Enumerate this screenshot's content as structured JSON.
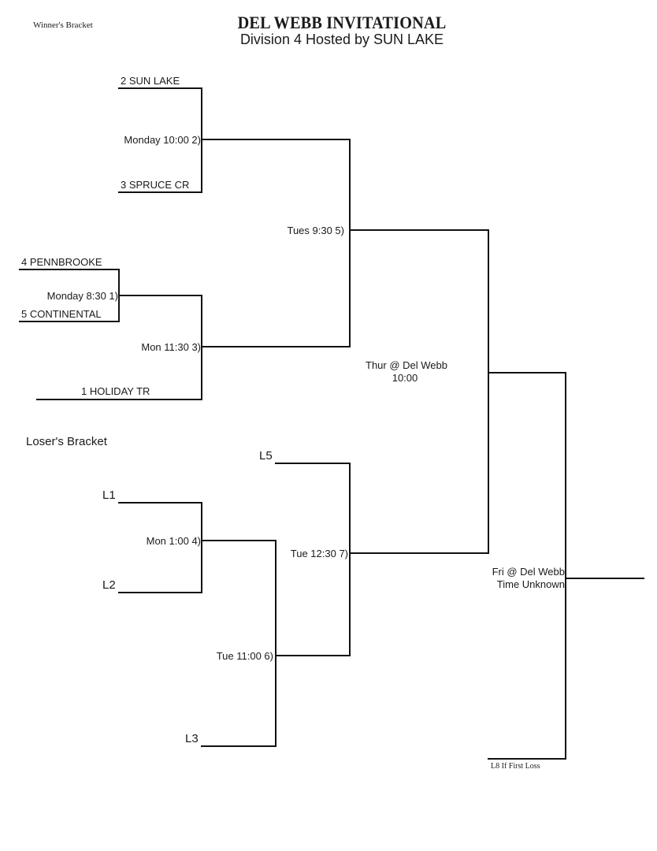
{
  "header": {
    "title": "DEL WEBB INVITATIONAL",
    "subtitle": "Division 4  Hosted by SUN LAKE",
    "corner_label": "Winner's Bracket"
  },
  "winners_bracket": {
    "teams": [
      {
        "seed": "2",
        "name": "SUN LAKE",
        "label": "2   SUN LAKE"
      },
      {
        "seed": "3",
        "name": "SPRUCE CR",
        "label": "3   SPRUCE CR"
      },
      {
        "seed": "4",
        "name": "PENNBROOKE",
        "label": "4   PENNBROOKE"
      },
      {
        "seed": "5",
        "name": "CONTINENTAL",
        "label": "5   CONTINENTAL"
      },
      {
        "seed": "1",
        "name": "HOLIDAY TR",
        "label": "1  HOLIDAY TR"
      }
    ],
    "games": [
      {
        "id": "1",
        "label": "Monday 8:30  1)"
      },
      {
        "id": "2",
        "label": "Monday 10:00  2)"
      },
      {
        "id": "3",
        "label": "Mon 11:30  3)"
      },
      {
        "id": "5",
        "label": "Tues 9:30  5)"
      }
    ]
  },
  "losers_bracket": {
    "heading": "Loser's Bracket",
    "entries": [
      "L1",
      "L2",
      "L3",
      "L5"
    ],
    "games": [
      {
        "id": "4",
        "label": "Mon 1:00  4)"
      },
      {
        "id": "6",
        "label": "Tue 11:00  6)"
      },
      {
        "id": "7",
        "label": "Tue 12:30  7)"
      }
    ]
  },
  "finals": {
    "championship_line1": "Thur @ Del Webb",
    "championship_line2": "10:00",
    "if_game_line1": "Fri @ Del Webb",
    "if_game_line2": "Time Unknown",
    "if_game_note": "L8 If First Loss"
  }
}
